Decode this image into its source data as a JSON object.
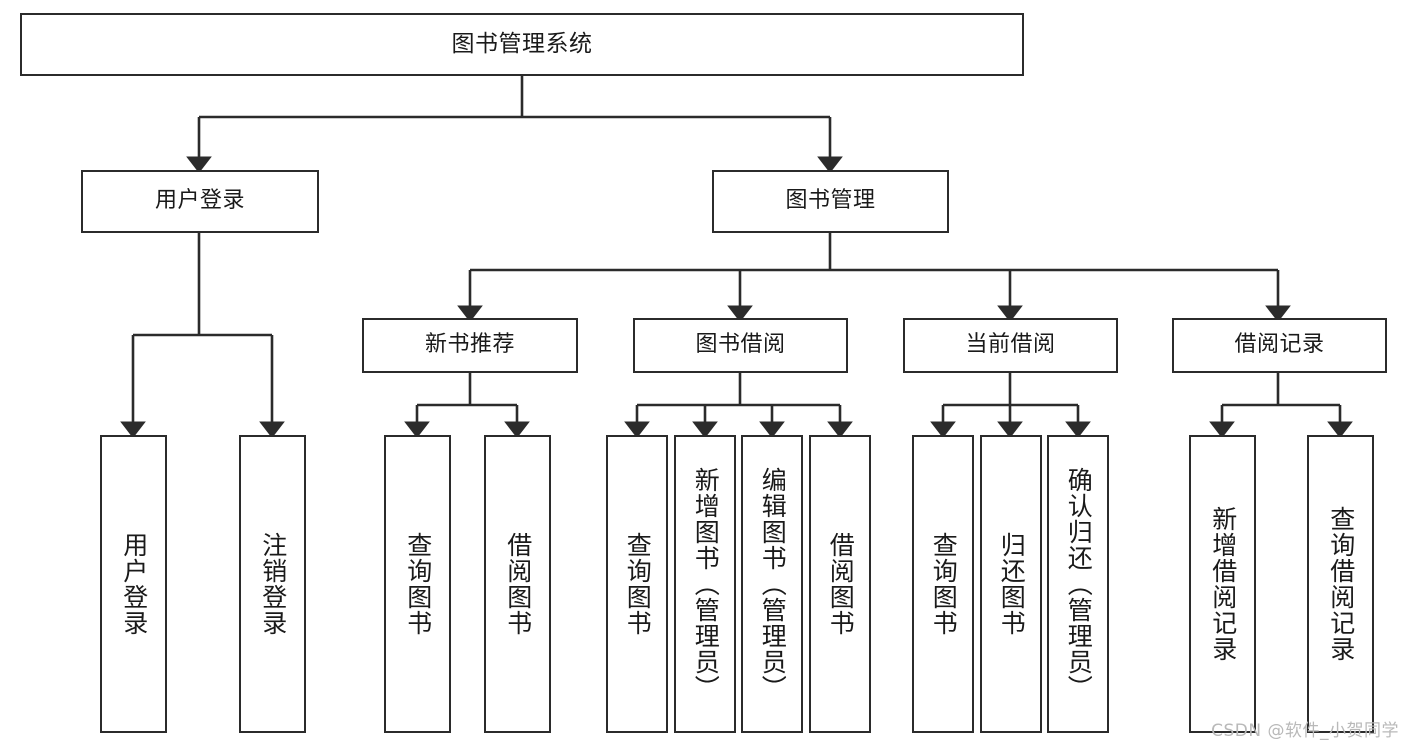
{
  "diagram": {
    "type": "tree-hierarchy",
    "title": "图书管理系统",
    "watermark": "CSDN @软件_小贺同学",
    "colors": {
      "box_border": "#2b2b2b",
      "box_fill": "#ffffff",
      "connector": "#2b2b2b",
      "text": "#1a1a1a",
      "watermark": "#b9b9b9",
      "background": "#ffffff"
    },
    "levels": {
      "level1": [
        {
          "id": "root",
          "label": "图书管理系统"
        }
      ],
      "level2": [
        {
          "id": "user-login",
          "label": "用户登录"
        },
        {
          "id": "book-manage",
          "label": "图书管理"
        }
      ],
      "level3": [
        {
          "id": "new-book-recommend",
          "label": "新书推荐",
          "parent": "book-manage"
        },
        {
          "id": "book-borrow",
          "label": "图书借阅",
          "parent": "book-manage"
        },
        {
          "id": "current-borrow",
          "label": "当前借阅",
          "parent": "book-manage"
        },
        {
          "id": "borrow-record",
          "label": "借阅记录",
          "parent": "book-manage"
        }
      ],
      "leaves": [
        {
          "id": "leaf-user-login",
          "label": "用户登录",
          "parent": "user-login"
        },
        {
          "id": "leaf-logout",
          "label": "注销登录",
          "parent": "user-login"
        },
        {
          "id": "leaf-query-book-1",
          "label": "查询图书",
          "parent": "new-book-recommend"
        },
        {
          "id": "leaf-borrow-book-1",
          "label": "借阅图书",
          "parent": "new-book-recommend"
        },
        {
          "id": "leaf-query-book-2",
          "label": "查询图书",
          "parent": "book-borrow"
        },
        {
          "id": "leaf-add-book",
          "label": "新增图书（管理员）",
          "parent": "book-borrow"
        },
        {
          "id": "leaf-edit-book",
          "label": "编辑图书（管理员）",
          "parent": "book-borrow"
        },
        {
          "id": "leaf-borrow-book-2",
          "label": "借阅图书",
          "parent": "book-borrow"
        },
        {
          "id": "leaf-query-book-3",
          "label": "查询图书",
          "parent": "current-borrow"
        },
        {
          "id": "leaf-return-book",
          "label": "归还图书",
          "parent": "current-borrow"
        },
        {
          "id": "leaf-confirm-return",
          "label": "确认归还（管理员）",
          "parent": "current-borrow"
        },
        {
          "id": "leaf-add-record",
          "label": "新增借阅记录",
          "parent": "borrow-record"
        },
        {
          "id": "leaf-query-record",
          "label": "查询借阅记录",
          "parent": "borrow-record"
        }
      ]
    }
  }
}
